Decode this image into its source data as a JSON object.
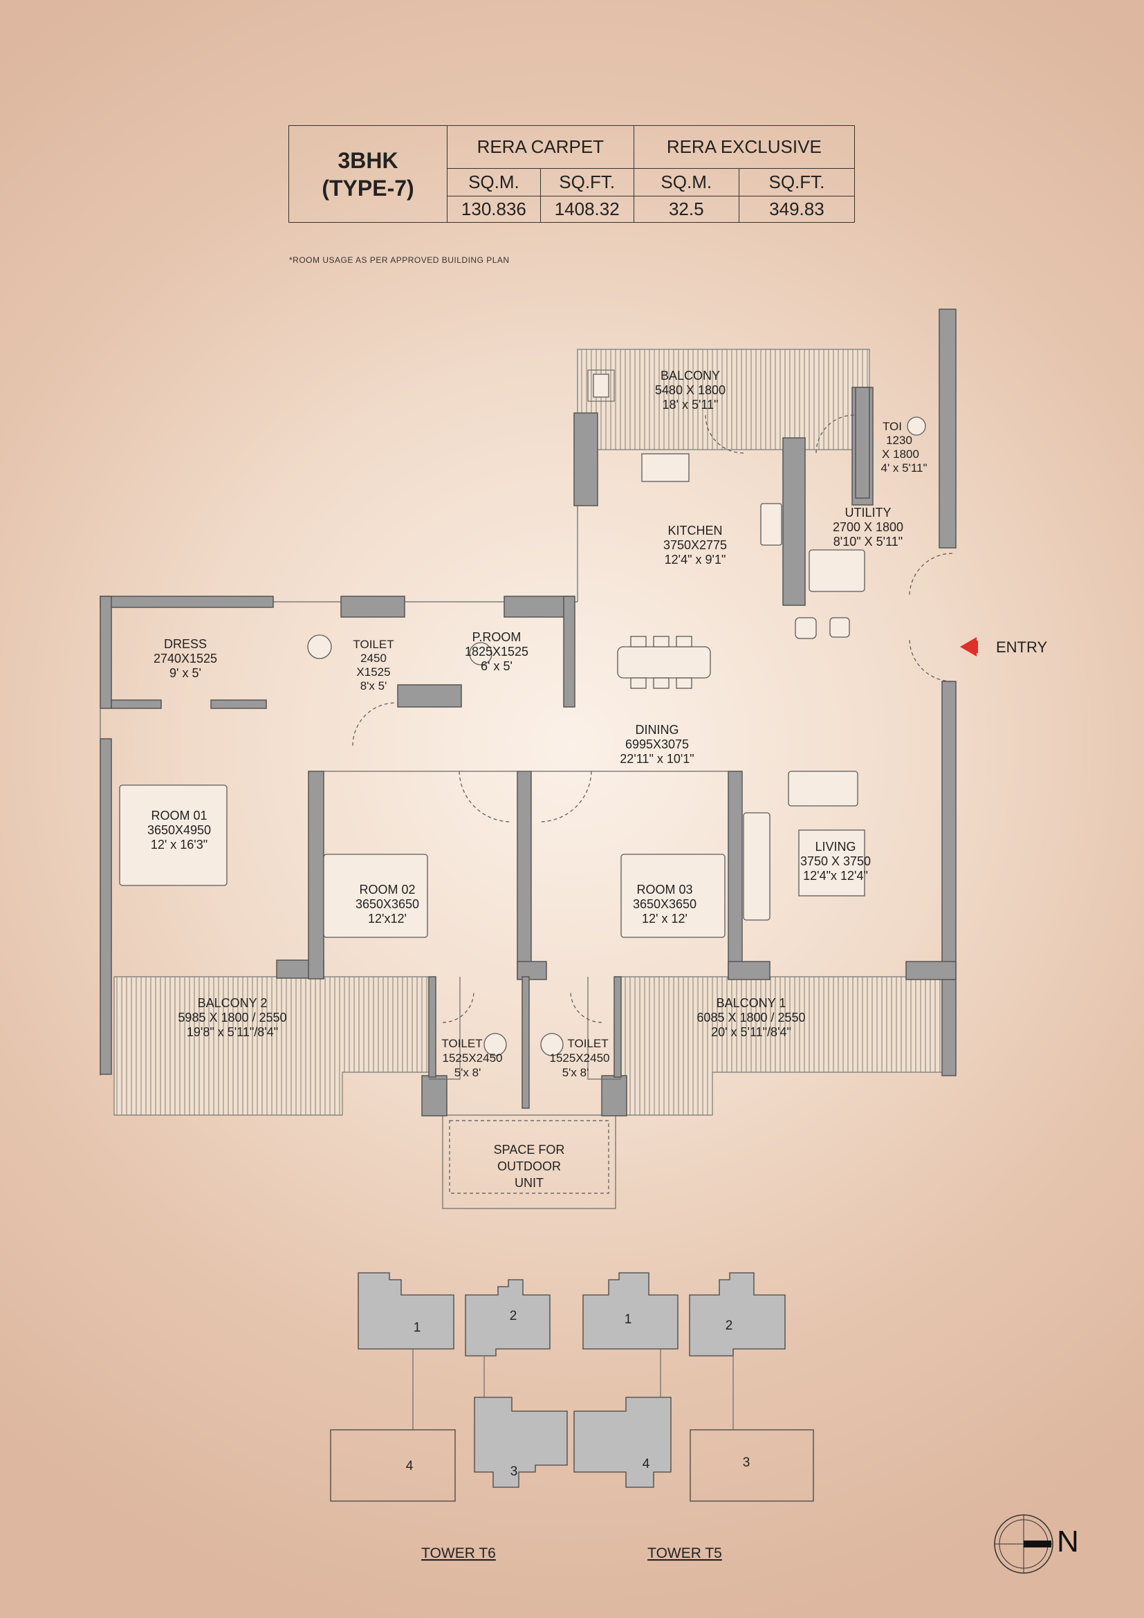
{
  "area_table": {
    "unit": "3BHK",
    "type": "(TYPE-7)",
    "carpet_header": "RERA CARPET",
    "exclusive_header": "RERA EXCLUSIVE",
    "sqm_header": "SQ.M.",
    "sqft_header": "SQ.FT.",
    "carpet_sqm": "130.836",
    "carpet_sqft": "1408.32",
    "exclusive_sqm": "32.5",
    "exclusive_sqft": "349.83"
  },
  "note": "*ROOM USAGE AS PER APPROVED BUILDING PLAN",
  "rooms": {
    "balcony_top": [
      "BALCONY",
      "5480 X 1800",
      "18' x 5'11\""
    ],
    "toilet_top": [
      "TOI",
      "1230",
      "X 1800",
      "4' x 5'11\""
    ],
    "kitchen": [
      "KITCHEN",
      "3750X2775",
      "12'4\" x 9'1\""
    ],
    "utility": [
      "UTILITY",
      "2700 X 1800",
      "8'10\" X 5'11\""
    ],
    "dress": [
      "DRESS",
      "2740X1525",
      "9' x 5'"
    ],
    "toilet_mid": [
      "TOILET",
      "2450",
      "X1525",
      "8'x 5'"
    ],
    "proom": [
      "P.ROOM",
      "1825X1525",
      "6' x 5'"
    ],
    "dining": [
      "DINING",
      "6995X3075",
      "22'11\" x 10'1\""
    ],
    "room01": [
      "ROOM 01",
      "3650X4950",
      "12' x 16'3\""
    ],
    "room02": [
      "ROOM 02",
      "3650X3650",
      "12'x12'"
    ],
    "room03": [
      "ROOM 03",
      "3650X3650",
      "12' x 12'"
    ],
    "living": [
      "LIVING",
      "3750 X 3750",
      "12'4\"x 12'4\""
    ],
    "balcony2": [
      "BALCONY 2",
      "5985 X 1800 / 2550",
      "19'8\" x 5'11\"/8'4\""
    ],
    "balcony1": [
      "BALCONY 1",
      "6085 X 1800 / 2550",
      "20' x 5'11\"/8'4\""
    ],
    "toilet_left": [
      "TOILET",
      "1525X2450",
      "5'x 8'"
    ],
    "toilet_right": [
      "TOILET",
      "1525X2450",
      "5'x 8'"
    ],
    "outdoor": [
      "SPACE FOR",
      "OUTDOOR",
      "UNIT"
    ]
  },
  "entry_label": "ENTRY",
  "key_plan": {
    "towers": [
      {
        "name": "TOWER T6",
        "blocks": [
          "1",
          "2",
          "4",
          "3"
        ]
      },
      {
        "name": "TOWER T5",
        "blocks": [
          "1",
          "2",
          "4",
          "3"
        ]
      }
    ]
  },
  "north_label": "N",
  "colors": {
    "wall": "#9a9a9a",
    "entry_arrow": "#e0302a",
    "highlight_block": "#bdbdbd"
  }
}
